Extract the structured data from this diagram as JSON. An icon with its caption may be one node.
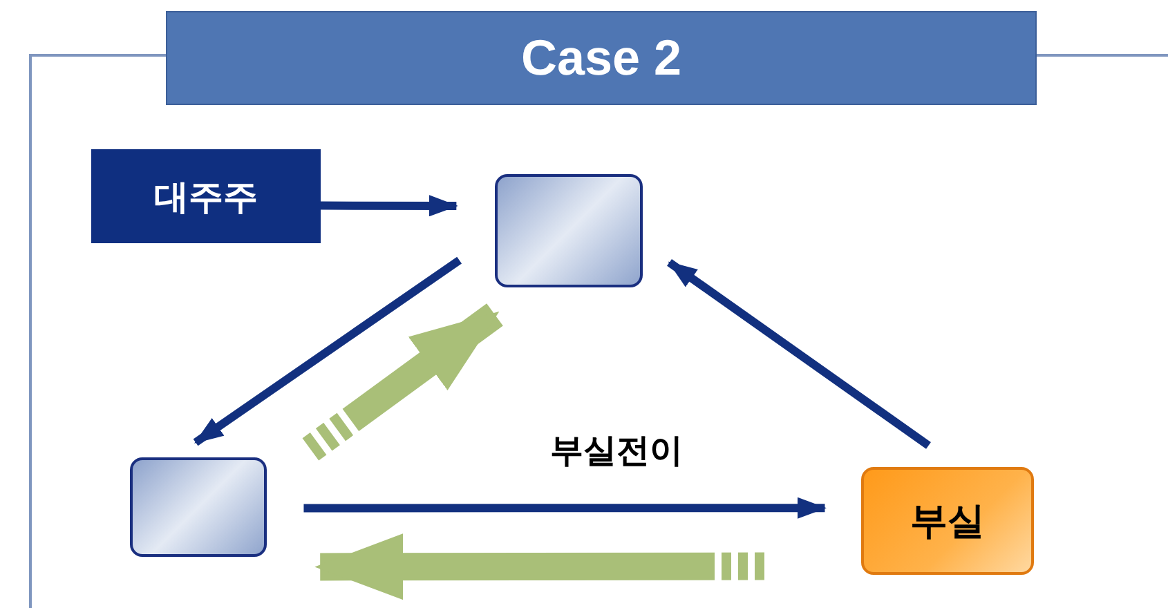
{
  "diagram": {
    "title": "Case 2",
    "nodes": [
      {
        "text": [
          "대주주"
        ]
      },
      {
        "text": [],
        "shape": "box"
      },
      {
        "text": [],
        "shape": "box"
      },
      {
        "text": [
          "부실"
        ]
      }
    ],
    "edges": [
      {
        "from": 0,
        "to": 1,
        "arrow": "to"
      },
      {
        "from": 1,
        "to": 2,
        "arrow": "to"
      },
      {
        "from": 3,
        "to": 1,
        "arrow": "to"
      },
      {
        "from": 2,
        "to": 3,
        "arrow": "to",
        "label": "부실전이"
      },
      {
        "from": 2,
        "to": 1,
        "arrow": "to",
        "style": "thick",
        "color": "#a9bf78"
      },
      {
        "from": 3,
        "to": 2,
        "arrow": "to",
        "style": "thick",
        "color": "#a9bf78"
      }
    ]
  }
}
